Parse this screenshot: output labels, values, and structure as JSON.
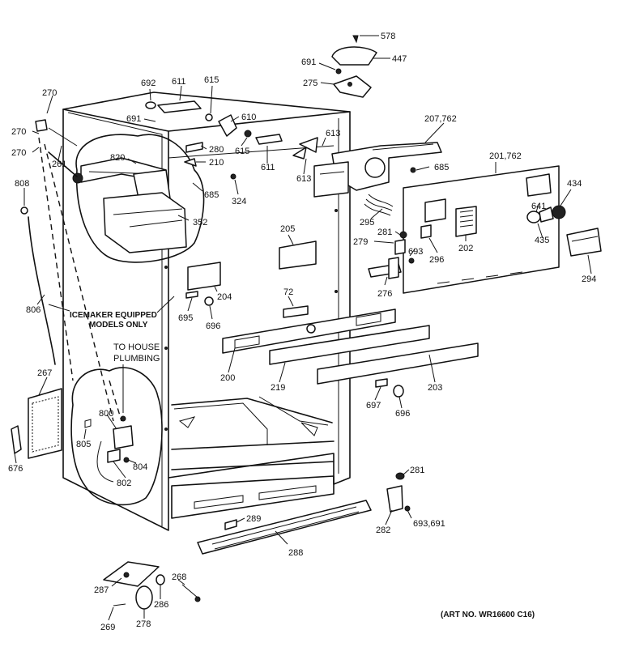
{
  "labels": {
    "p578": "578",
    "p447": "447",
    "p691a": "691",
    "p275": "275",
    "p692": "692",
    "p611a": "611",
    "p615a": "615",
    "p610": "610",
    "p691b": "691",
    "p615b": "615",
    "p613a": "613",
    "p207": "207,762",
    "p270a": "270",
    "p270b": "270",
    "p270c": "270",
    "p261": "261",
    "p820": "820",
    "p280": "280",
    "p210": "210",
    "p611b": "611",
    "p613b": "613",
    "p685a": "685",
    "p201": "201,762",
    "p808": "808",
    "p685b": "685",
    "p324": "324",
    "p434": "434",
    "p352": "352",
    "p295": "295",
    "p641": "641",
    "p205": "205",
    "p281a": "281",
    "p279": "279",
    "p693a": "693",
    "p435": "435",
    "p296": "296",
    "p202": "202",
    "p294": "294",
    "p204": "204",
    "p276": "276",
    "p806": "806",
    "p72": "72",
    "p695": "695",
    "p696a": "696",
    "p200": "200",
    "p219": "219",
    "p203": "203",
    "p267": "267",
    "p697": "697",
    "p696b": "696",
    "p800": "800",
    "p805": "805",
    "p804": "804",
    "p802": "802",
    "p676": "676",
    "p281b": "281",
    "p289": "289",
    "p282": "282",
    "p693b": "693,691",
    "p288": "288",
    "p287": "287",
    "p268": "268",
    "p286": "286",
    "p269": "269",
    "p278": "278"
  },
  "notes": {
    "icemaker_line1": "ICEMAKER EQUIPPED",
    "icemaker_line2": "MODELS ONLY",
    "plumbing_line1": "TO HOUSE",
    "plumbing_line2": "PLUMBING"
  },
  "art_number": "(ART NO. WR16600 C16)"
}
